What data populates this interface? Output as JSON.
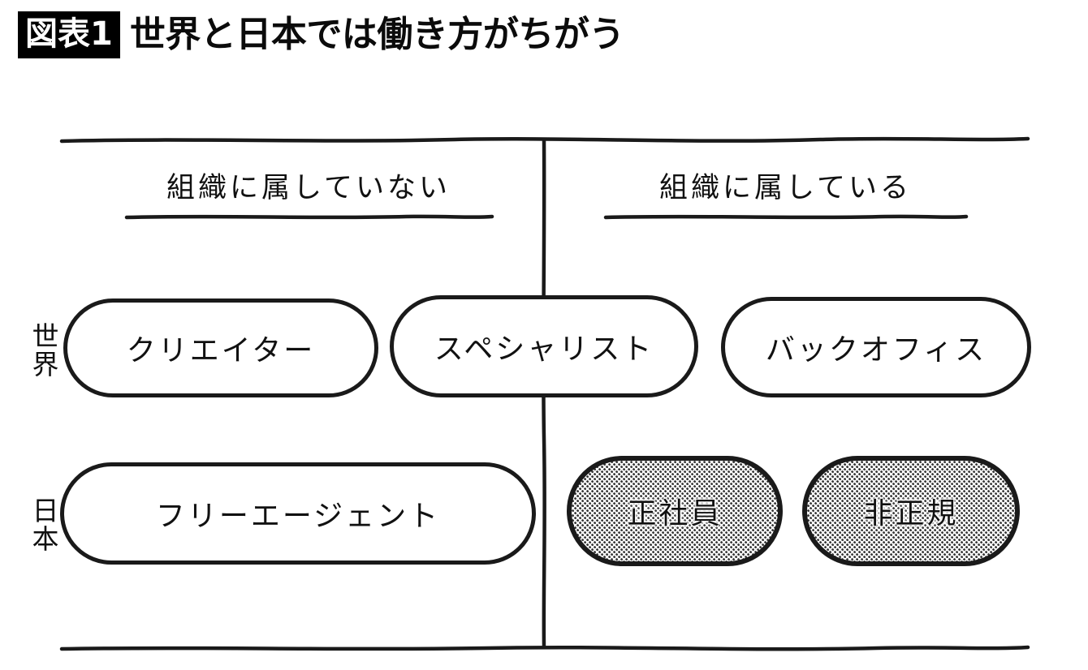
{
  "title": {
    "badge": "図表1",
    "text": "世界と日本では働き方がちがう"
  },
  "columns": [
    {
      "key": "not_in_org",
      "label": "組織に属していない"
    },
    {
      "key": "in_org",
      "label": "組織に属している"
    }
  ],
  "rows": [
    {
      "key": "world",
      "label": "世界"
    },
    {
      "key": "japan",
      "label": "日本"
    }
  ],
  "pills": [
    {
      "key": "creator",
      "label": "クリエイター",
      "row": "world",
      "column": "not_in_org",
      "shaded": false
    },
    {
      "key": "specialist",
      "label": "スペシャリスト",
      "row": "world",
      "column": "both",
      "shaded": false
    },
    {
      "key": "backoffice",
      "label": "バックオフィス",
      "row": "world",
      "column": "in_org",
      "shaded": false
    },
    {
      "key": "freeagent",
      "label": "フリーエージェント",
      "row": "japan",
      "column": "not_in_org",
      "shaded": false
    },
    {
      "key": "seishain",
      "label": "正社員",
      "row": "japan",
      "column": "in_org",
      "shaded": true
    },
    {
      "key": "hiseiki",
      "label": "非正規",
      "row": "japan",
      "column": "in_org",
      "shaded": true
    }
  ],
  "colors": {
    "ink": "#111111",
    "badge_background": "#000000",
    "badge_text": "#ffffff",
    "page_background": "#ffffff",
    "halftone_fill": "#3a3a3a"
  }
}
